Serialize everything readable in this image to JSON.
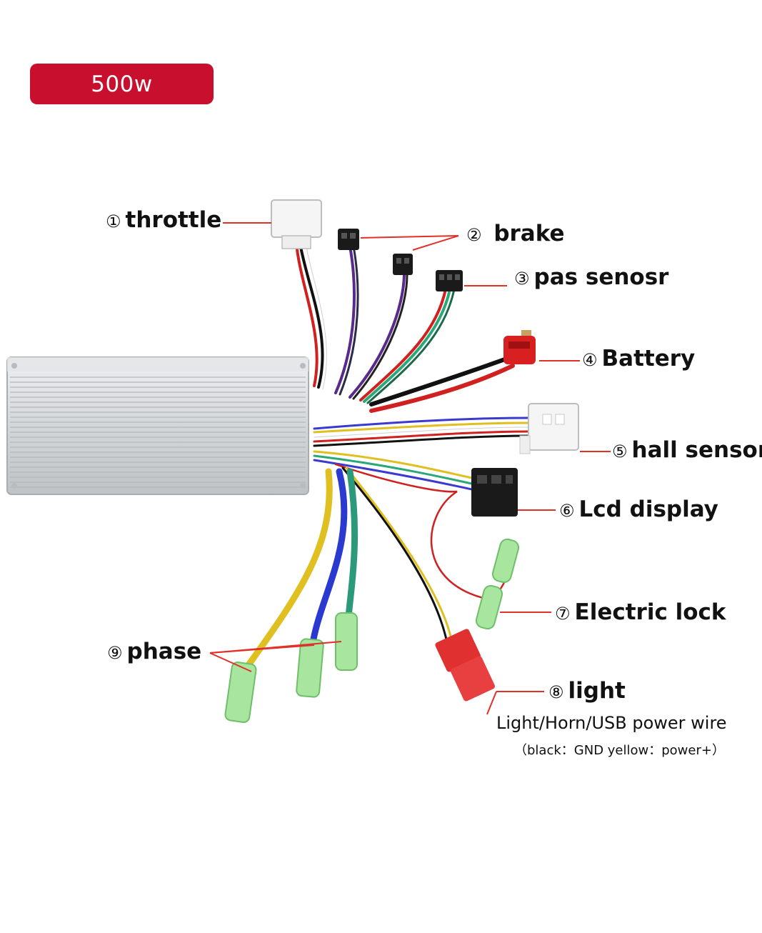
{
  "badge": {
    "label": "500w"
  },
  "labels": [
    {
      "id": "throttle",
      "num": "①",
      "text": "throttle"
    },
    {
      "id": "brake",
      "num": "②",
      "text": "brake"
    },
    {
      "id": "pas",
      "num": "③",
      "text": "pas senosr"
    },
    {
      "id": "battery",
      "num": "④",
      "text": "Battery"
    },
    {
      "id": "hall",
      "num": "⑤",
      "text": "hall sensor"
    },
    {
      "id": "lcd",
      "num": "⑥",
      "text": "Lcd display"
    },
    {
      "id": "lock",
      "num": "⑦",
      "text": "Electric lock"
    },
    {
      "id": "light",
      "num": "⑧",
      "text": "light"
    },
    {
      "id": "phase",
      "num": "⑨",
      "text": "phase"
    }
  ],
  "light_note": {
    "line1": "Light/Horn/USB power wire",
    "line2": "（black：GND yellow：power+）"
  },
  "colors": {
    "badge": "#c8102e",
    "leader": "#e0302a",
    "housing": "#d8dadc",
    "connector_green": "#9fe09a",
    "connector_red": "#e03030"
  }
}
